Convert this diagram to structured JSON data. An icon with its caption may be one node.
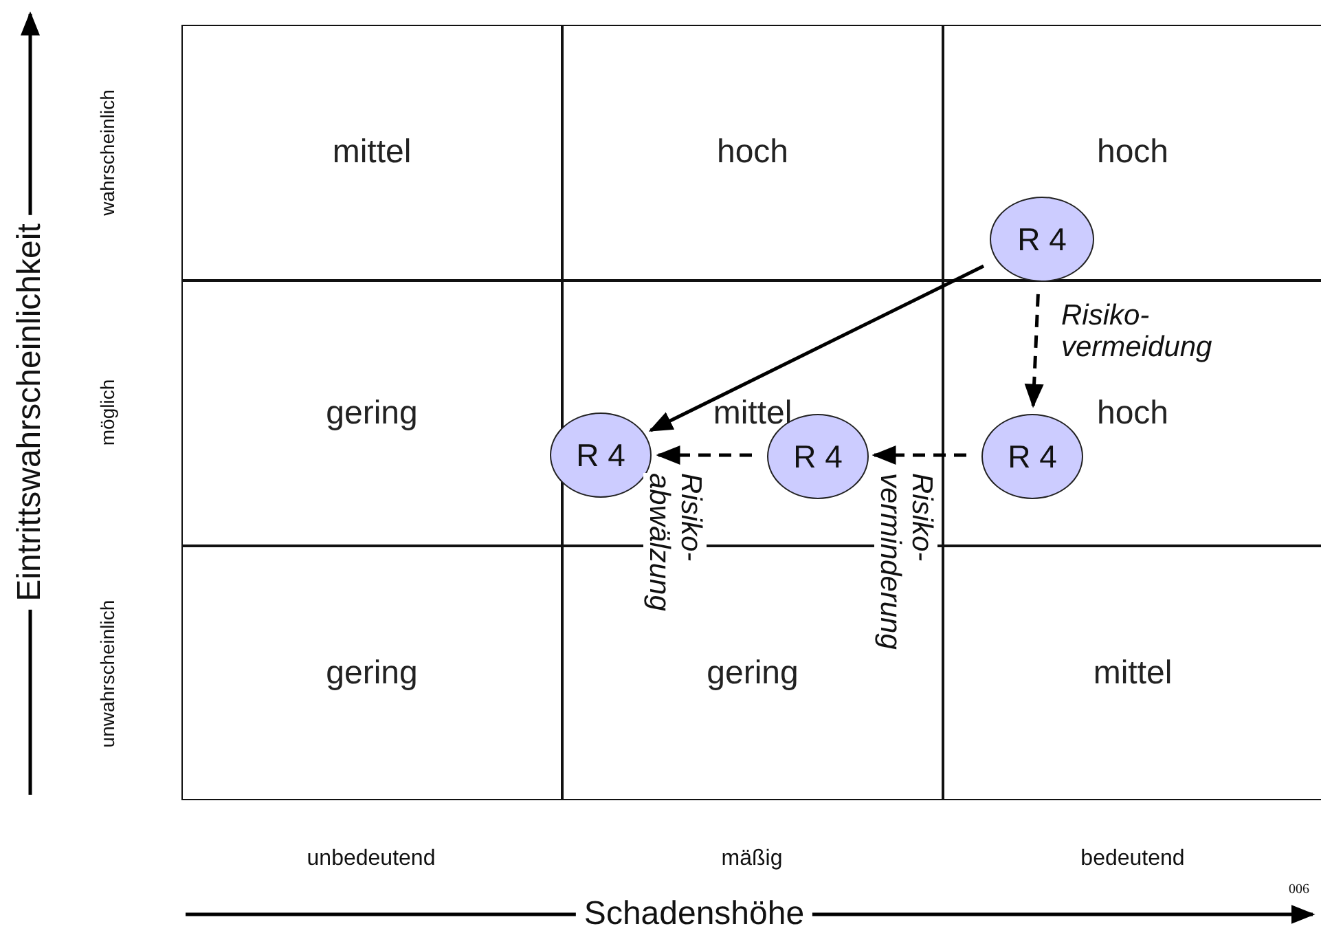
{
  "diagram": {
    "nodes": [
      {
        "text": [
          "mittel"
        ]
      },
      {
        "text": [
          "hoch"
        ]
      },
      {
        "text": [
          "hoch"
        ]
      },
      {
        "text": [
          "gering"
        ]
      },
      {
        "text": [
          "mittel"
        ]
      },
      {
        "text": [
          "hoch"
        ]
      },
      {
        "text": [
          "gering"
        ]
      },
      {
        "text": [
          "gering"
        ]
      },
      {
        "text": [
          "mittel"
        ]
      },
      {
        "text": [
          "R 4"
        ],
        "in": 2
      },
      {
        "text": [
          "R 4"
        ]
      },
      {
        "text": [
          "R 4"
        ],
        "in": 4
      },
      {
        "text": [
          "R 4"
        ],
        "in": 5
      }
    ],
    "edges": [
      {
        "from": 9,
        "to": 10,
        "arrow": "to"
      },
      {
        "from": 9,
        "to": 12,
        "arrow": "to",
        "style": "dashed",
        "label": "Risiko- vermeidung"
      },
      {
        "from": 12,
        "to": 11,
        "arrow": "to",
        "style": "dashed",
        "label": "Risiko- verminderung"
      },
      {
        "from": 11,
        "to": 10,
        "arrow": "to",
        "style": "dashed",
        "label": "Risiko- abwälzung"
      }
    ],
    "labels": [
      "Eintrittswahrscheinlichkeit",
      "wahrscheinlich",
      "möglich",
      "unwahrscheinlich",
      "unbedeutend",
      "mäßig",
      "bedeutend",
      "Schadenshöhe",
      "006"
    ]
  }
}
